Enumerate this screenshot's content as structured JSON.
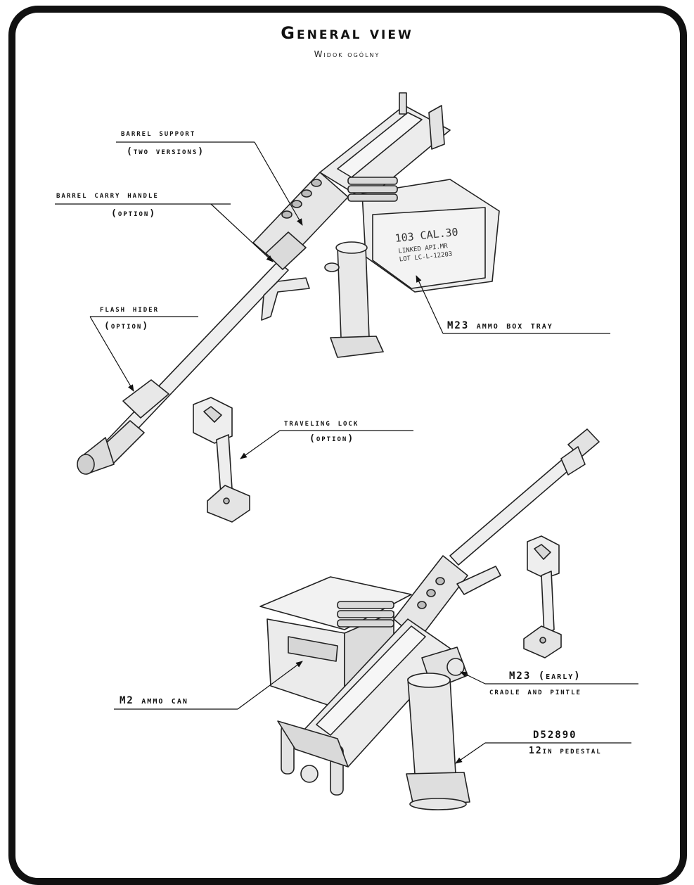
{
  "header": {
    "title": "General view",
    "subtitle": "Widok ogólny"
  },
  "callouts": {
    "barrel_support": {
      "line1": "barrel support",
      "line2": "(two versions)"
    },
    "barrel_carry_handle": {
      "line1": "barrel carry handle",
      "line2": "(option)"
    },
    "flash_hider": {
      "line1": "flash hider",
      "line2": "(option)"
    },
    "traveling_lock": {
      "line1": "traveling lock",
      "line2": "(option)"
    },
    "m23_ammo_box_tray": {
      "line1": "M23 ammo box tray"
    },
    "m2_ammo_can": {
      "line1": "M2 ammo can"
    },
    "m23_cradle": {
      "line1": "M23 (early)",
      "line2": "cradle and pintle"
    },
    "pedestal": {
      "line1": "D52890",
      "line2": "12in pedestal"
    }
  },
  "ammo_box_marking": {
    "line1": "103 CAL.30",
    "line2": "LINKED API.MR",
    "line3": "LOT LC-L-12203"
  },
  "colors": {
    "frame": "#111111",
    "part_fill": "#efefef",
    "part_shade": "#cfcfcf",
    "ink": "#111111"
  }
}
